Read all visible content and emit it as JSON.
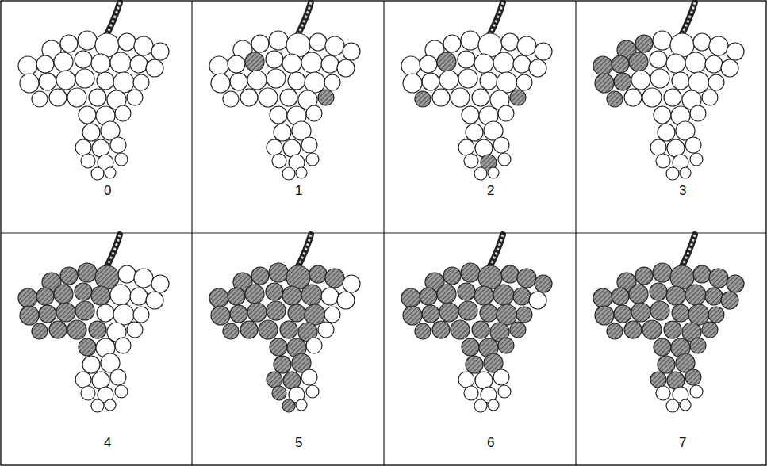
{
  "diagram": {
    "labels": [
      "0",
      "1",
      "2",
      "3",
      "4",
      "5",
      "6",
      "7"
    ]
  }
}
